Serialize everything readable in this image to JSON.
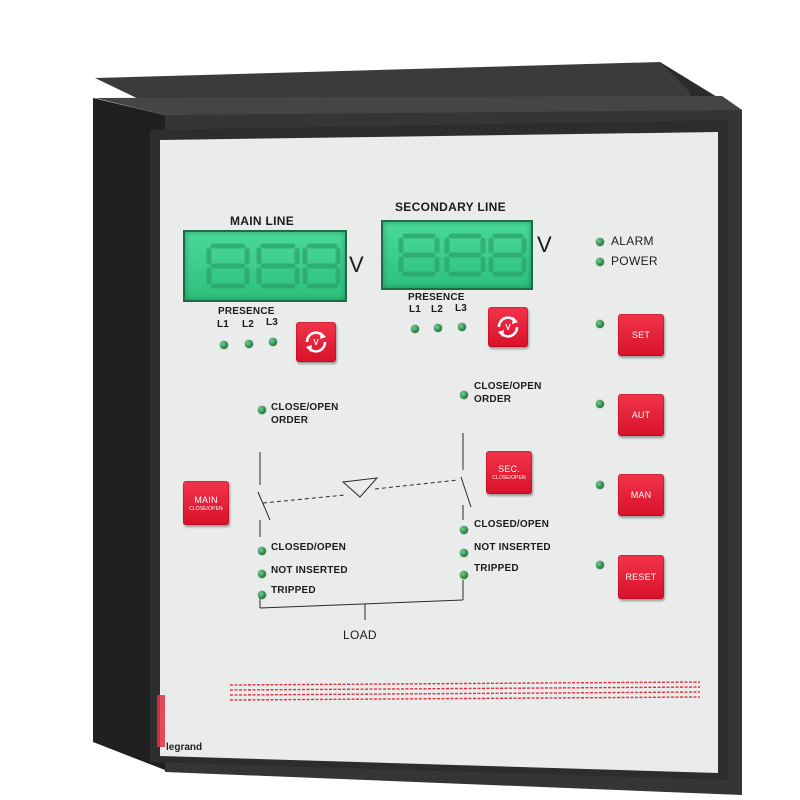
{
  "main_line": {
    "title": "MAIN LINE",
    "unit": "V",
    "presence_label": "PRESENCE",
    "phases": [
      "L1",
      "L2",
      "L3"
    ],
    "button_top": "MAIN",
    "button_bottom": "CLOSE/OPEN",
    "order_line1": "CLOSE/OPEN",
    "order_line2": "ORDER",
    "status": [
      "CLOSED/OPEN",
      "NOT INSERTED",
      "TRIPPED"
    ]
  },
  "secondary_line": {
    "title": "SECONDARY LINE",
    "unit": "V",
    "presence_label": "PRESENCE",
    "phases": [
      "L1",
      "L2",
      "L3"
    ],
    "button_top": "SEC.",
    "button_bottom": "CLOSE/OPEN",
    "order_line1": "CLOSE/OPEN",
    "order_line2": "ORDER",
    "status": [
      "CLOSED/OPEN",
      "NOT INSERTED",
      "TRIPPED"
    ]
  },
  "indicators": {
    "alarm": "ALARM",
    "power": "POWER"
  },
  "mode_buttons": {
    "set": "SET",
    "aut": "AUT",
    "man": "MAN",
    "reset": "RESET"
  },
  "load_label": "LOAD",
  "brand": "legrand",
  "colors": {
    "bezel": "#2e2f30",
    "panel": "#e9ecea",
    "button_red": "#e51b33",
    "display_green": "#3ccc8a",
    "led_green": "#2a8a45"
  }
}
